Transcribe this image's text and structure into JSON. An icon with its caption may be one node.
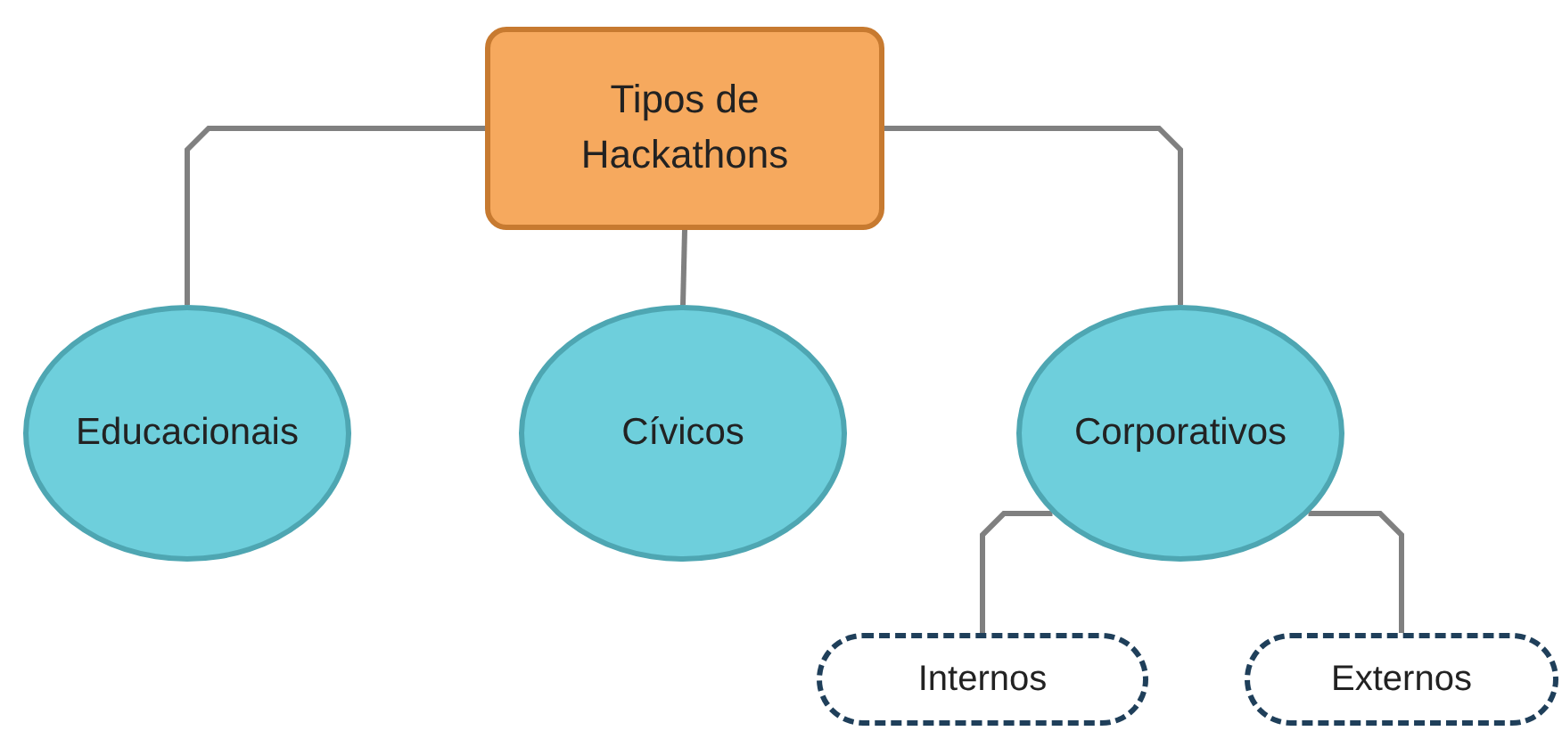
{
  "diagram": {
    "nodes": [
      {
        "text": [
          "Tipos de Hackathons"
        ]
      },
      {
        "text": [
          "Educacionais"
        ]
      },
      {
        "text": [
          "Cívicos"
        ]
      },
      {
        "text": [
          "Corporativos"
        ]
      },
      {
        "text": [
          "Internos"
        ]
      },
      {
        "text": [
          "Externos"
        ]
      }
    ],
    "edges": [
      {
        "from": 0,
        "to": 1,
        "arrow": "none"
      },
      {
        "from": 0,
        "to": 2,
        "arrow": "none"
      },
      {
        "from": 0,
        "to": 3,
        "arrow": "none"
      },
      {
        "from": 3,
        "to": 4,
        "arrow": "none"
      },
      {
        "from": 3,
        "to": 5,
        "arrow": "none"
      }
    ]
  }
}
